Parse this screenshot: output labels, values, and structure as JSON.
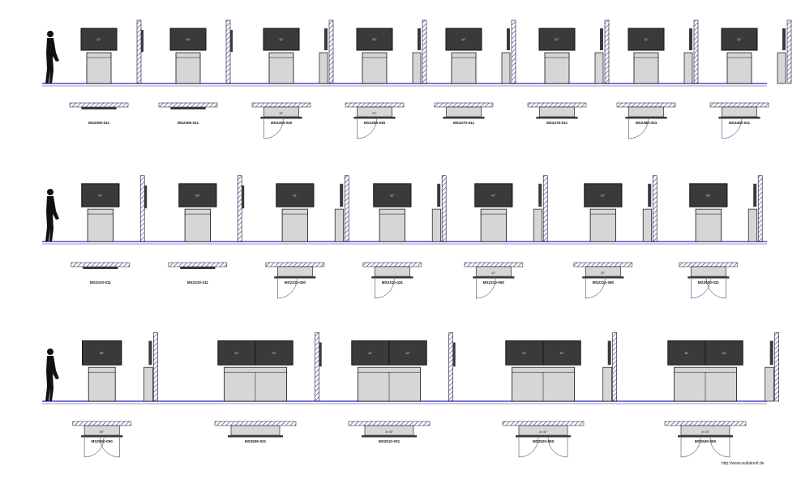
{
  "rows": [
    {
      "units": [
        {
          "screens": [
            "42\""
          ],
          "plan_code": "MS2305-011",
          "plan": "wall",
          "wall_mount": false
        },
        {
          "screens": [
            "46\""
          ],
          "plan_code": "MS2306-011",
          "plan": "wall",
          "wall_mount": false
        },
        {
          "screens": [
            "40\""
          ],
          "plan_code": "MS2308-030",
          "plan": "door",
          "plan_label": "40\"",
          "wall_mount": true
        },
        {
          "screens": [
            "50\""
          ],
          "plan_code": "MS2309-030",
          "plan": "door",
          "plan_label": "50\"",
          "wall_mount": true
        },
        {
          "screens": [
            "40\""
          ],
          "plan_code": "MS2370-011",
          "plan": "tray",
          "wall_mount": true
        },
        {
          "screens": [
            "52\""
          ],
          "plan_code": "MS2375-011",
          "plan": "tray",
          "wall_mount": true
        },
        {
          "screens": [
            "42\""
          ],
          "plan_code": "MS2380-033",
          "plan": "box",
          "wall_mount": true
        },
        {
          "screens": [
            "52\""
          ],
          "plan_code": "MS2400-011",
          "plan": "box",
          "wall_mount": true
        }
      ]
    },
    {
      "units": [
        {
          "screens": [
            "42\""
          ],
          "plan_code": "MS2310-011",
          "plan": "wall",
          "wall_mount": false
        },
        {
          "screens": [
            "65\""
          ],
          "plan_code": "MS2310-311",
          "plan": "wall",
          "wall_mount": false
        },
        {
          "screens": [
            "42\""
          ],
          "plan_code": "MS2310-030",
          "plan": "door",
          "wall_mount": true
        },
        {
          "screens": [
            "52\""
          ],
          "plan_code": "MS2310-431",
          "plan": "door",
          "wall_mount": true
        },
        {
          "screens": [
            "42\""
          ],
          "plan_code": "MS2310-050",
          "plan": "box",
          "plan_label": "42\"",
          "wall_mount": true
        },
        {
          "screens": [
            "52\""
          ],
          "plan_code": "MS2310-350",
          "plan": "box",
          "plan_label": "52\"",
          "wall_mount": true
        },
        {
          "screens": [
            "65\""
          ],
          "plan_code": "MS2500-031",
          "plan": "double",
          "wall_mount": true
        }
      ]
    },
    {
      "units": [
        {
          "screens": [
            "65\""
          ],
          "plan_code": "MS2500-050",
          "plan": "double",
          "plan_label": "65\"",
          "wall_mount": true
        },
        {
          "screens": [
            "32\"",
            "32\""
          ],
          "plan_code": "MS2505-031",
          "plan": "wide",
          "wall_mount": false
        },
        {
          "screens": [
            "40\"",
            "40\""
          ],
          "plan_code": "MS2510-031",
          "plan": "wide",
          "plan_label": "2x 40\"",
          "wall_mount": false
        },
        {
          "screens": [
            "32\"",
            "40\""
          ],
          "plan_code": "MS2520-050",
          "plan": "double",
          "plan_label": "2x 40\"",
          "wall_mount": true
        },
        {
          "screens": [
            "46\"",
            "46\""
          ],
          "plan_code": "MS2530-050",
          "plan": "double",
          "plan_label": "2x 55\"",
          "wall_mount": true
        }
      ]
    }
  ],
  "footer": {
    "url": "http://www.waltakrolt.de"
  },
  "colors": {
    "floor": "#2a2ab8",
    "screen": "#3a3a3a",
    "cabinet": "#d6d6d6",
    "outline": "#111111",
    "hatch": "#3333aa"
  }
}
